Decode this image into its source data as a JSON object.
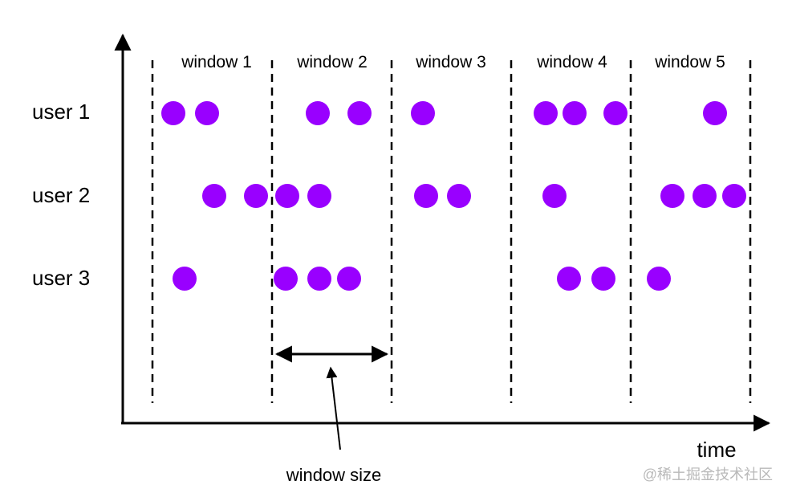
{
  "colors": {
    "event": "#9900ff",
    "line": "#000000",
    "watermark": "#b9b9b9"
  },
  "windows": [
    {
      "label": "window 1"
    },
    {
      "label": "window 2"
    },
    {
      "label": "window 3"
    },
    {
      "label": "window 4"
    },
    {
      "label": "window 5"
    }
  ],
  "users": [
    {
      "label": "user 1"
    },
    {
      "label": "user 2"
    },
    {
      "label": "user 3"
    }
  ],
  "x_axis_label": "time",
  "window_size_label": "window size",
  "watermark": "@稀土掘金技术社区"
}
